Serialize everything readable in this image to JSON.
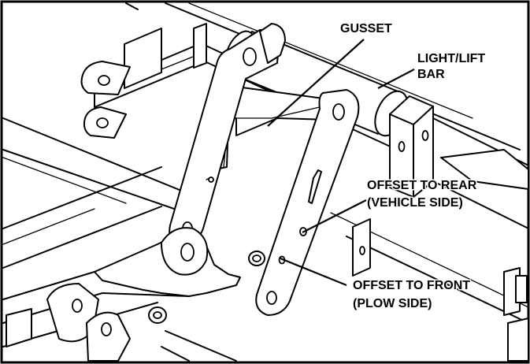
{
  "labels": {
    "gusset": "GUSSET",
    "light_lift_bar_line1": "LIGHT/LIFT",
    "light_lift_bar_line2": "BAR",
    "offset_rear_line1": "OFFSET TO REAR",
    "offset_rear_line2": "(VEHICLE SIDE)",
    "offset_front_line1": "OFFSET TO FRONT",
    "offset_front_line2": "(PLOW SIDE)"
  }
}
